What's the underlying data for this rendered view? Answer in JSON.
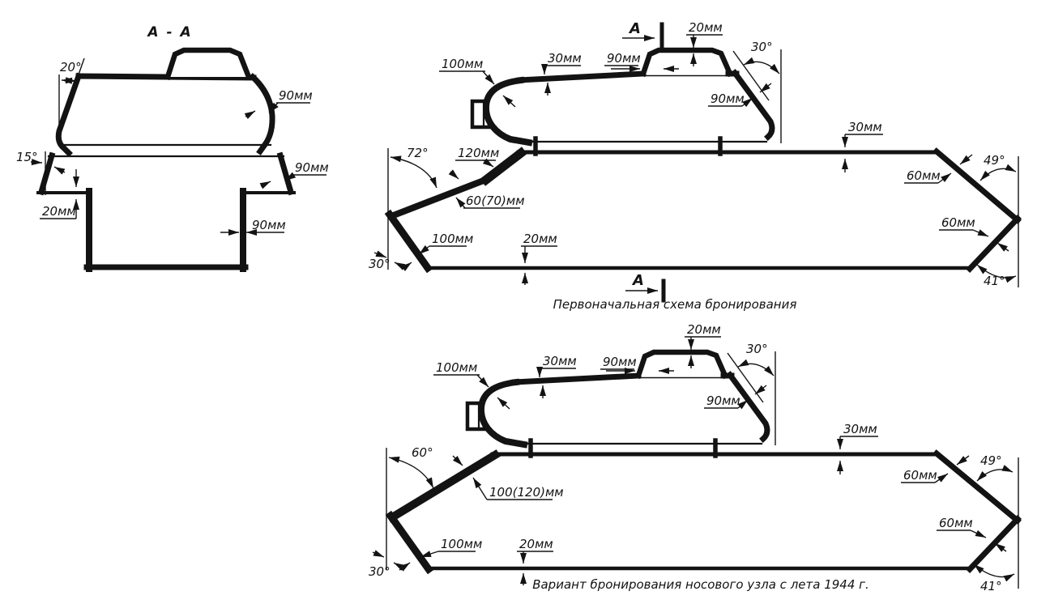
{
  "page": {
    "background": "#ffffff",
    "ink": "#131313"
  },
  "section_view": {
    "title": "A - A",
    "turret_roof_angle": "20°",
    "turret_side": "90мм",
    "hull_slope_angle": "15°",
    "hull_shelf": "20мм",
    "hull_slope": "90мм",
    "hull_side": "90мм"
  },
  "initial_scheme": {
    "caption": "Первоначальная схема бронирования",
    "section_letter": "A",
    "turret_front": "100мм",
    "turret_roof": "30мм",
    "cupola_side": "90мм",
    "cupola_roof": "20мм",
    "turret_rear_angle": "30°",
    "turret_rear": "90мм",
    "glacis_angle": "72°",
    "hatch_plate": "120мм",
    "upper_glacis": "60(70)мм",
    "lower_nose": "100мм",
    "nose_angle": "30°",
    "belly": "20мм",
    "engine_roof": "30мм",
    "rear_upper": "60мм",
    "rear_upper_angle": "49°",
    "rear_lower": "60мм",
    "rear_lower_angle": "41°"
  },
  "variant_scheme": {
    "caption": "Вариант бронирования носового узла с лета 1944 г.",
    "turret_front": "100мм",
    "turret_roof": "30мм",
    "cupola_side": "90мм",
    "cupola_roof": "20мм",
    "turret_rear_angle": "30°",
    "turret_rear": "90мм",
    "glacis_angle": "60°",
    "upper_glacis": "100(120)мм",
    "lower_nose": "100мм",
    "nose_angle": "30°",
    "belly": "20мм",
    "engine_roof": "30мм",
    "rear_upper": "60мм",
    "rear_upper_angle": "49°",
    "rear_lower": "60мм",
    "rear_lower_angle": "41°"
  }
}
